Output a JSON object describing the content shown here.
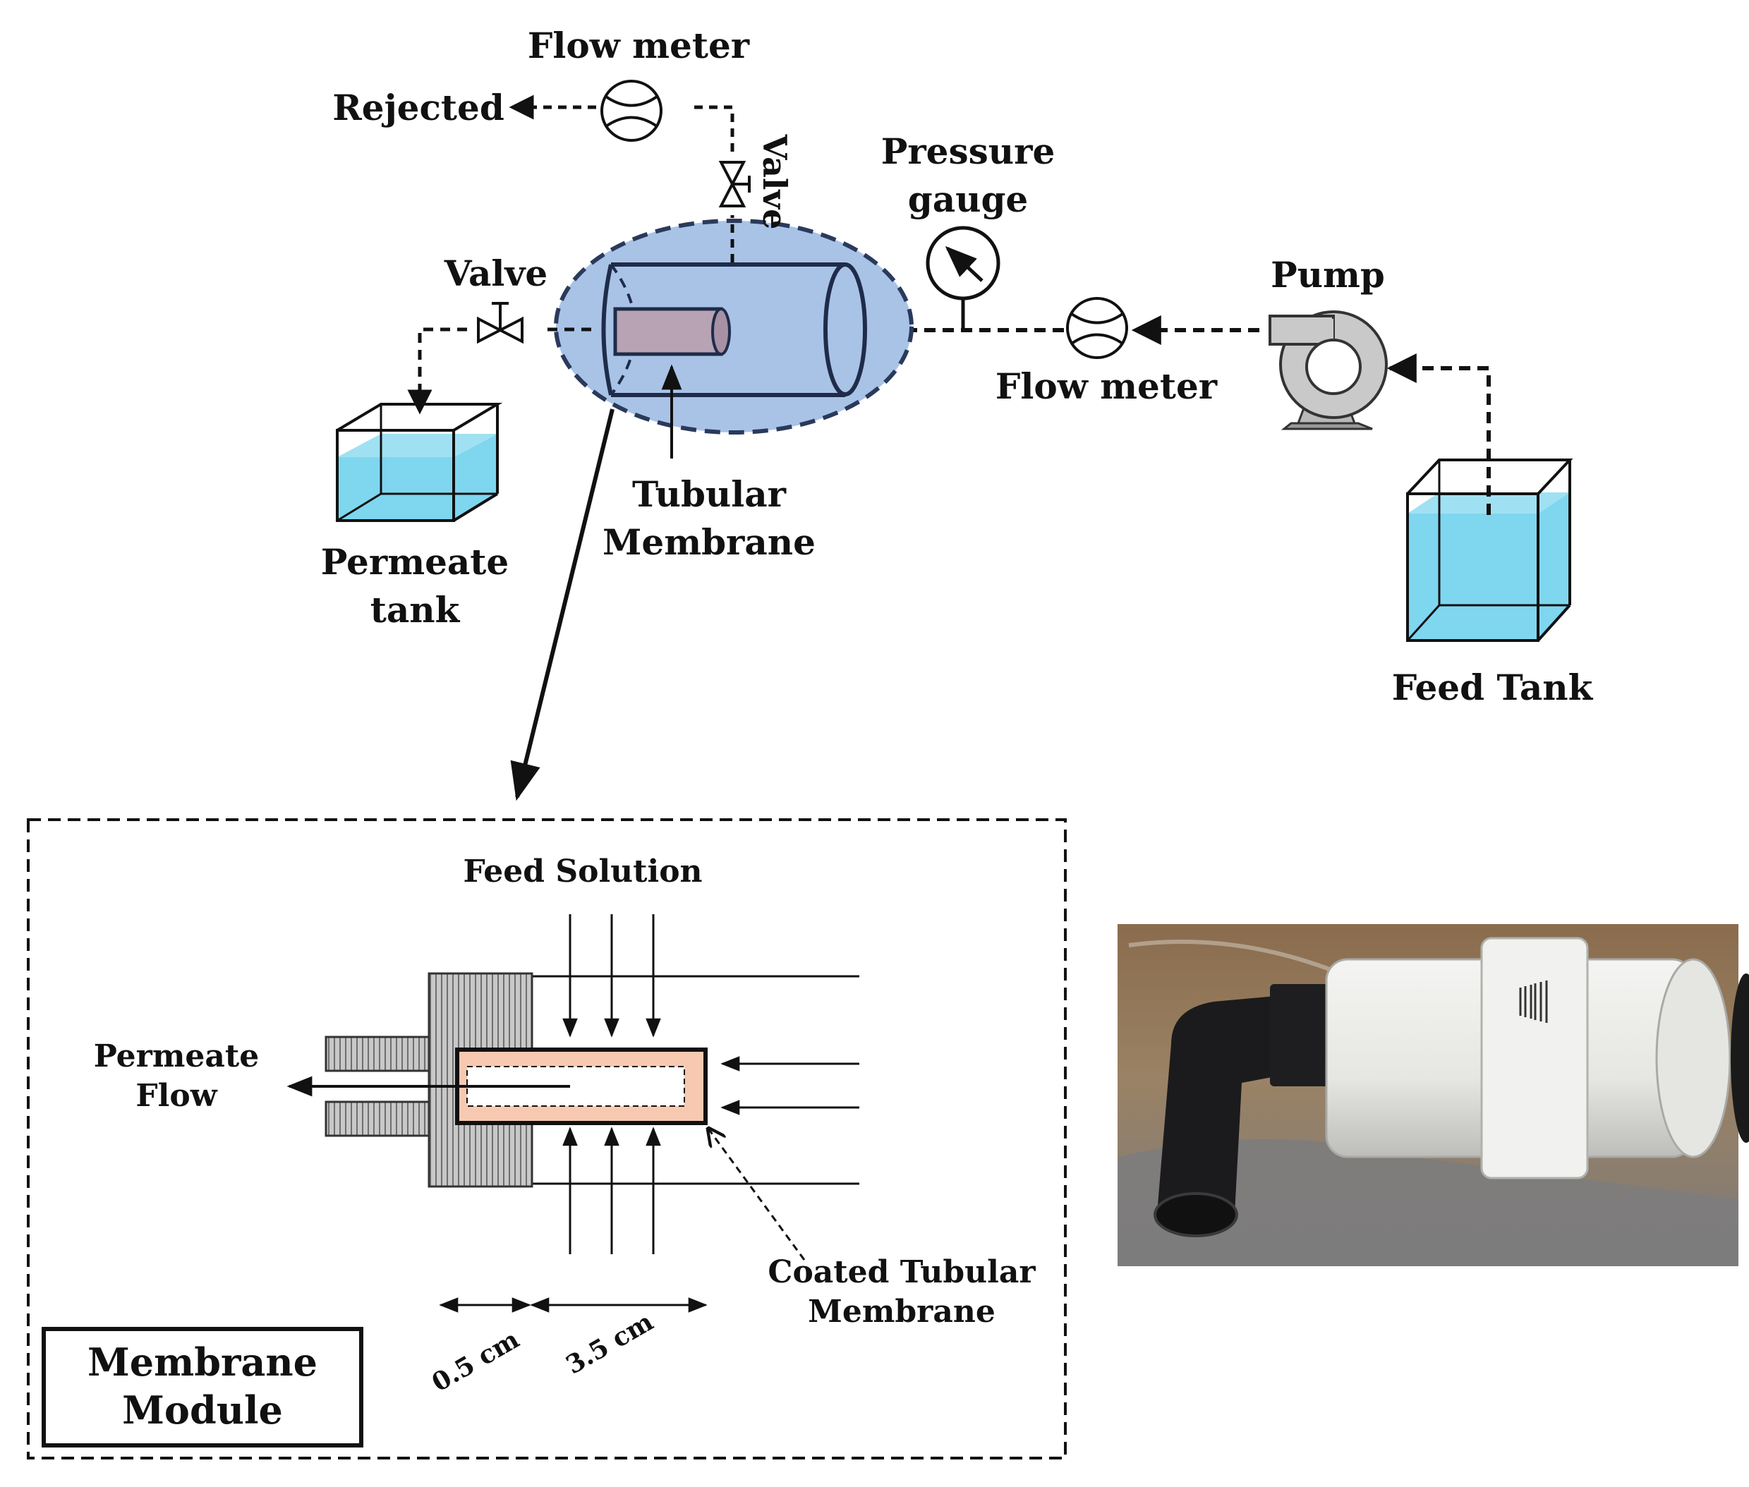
{
  "labels": {
    "flow_meter_top": "Flow meter",
    "rejected": "Rejected",
    "valve_top": "Valve",
    "pressure_gauge_line1": "Pressure",
    "pressure_gauge_line2": "gauge",
    "valve_left": "Valve",
    "pump": "Pump",
    "flow_meter_right": "Flow meter",
    "tubular_membrane_line1": "Tubular",
    "tubular_membrane_line2": "Membrane",
    "permeate_tank_line1": "Permeate",
    "permeate_tank_line2": "tank",
    "feed_tank": "Feed Tank"
  },
  "module": {
    "feed_solution": "Feed Solution",
    "permeate_flow_line1": "Permeate",
    "permeate_flow_line2": "Flow",
    "coated_line1": "Coated Tubular",
    "coated_line2": "Membrane",
    "dim_small": "0.5 cm",
    "dim_large": "3.5 cm",
    "title_line1": "Membrane",
    "title_line2": "Module"
  },
  "colors": {
    "ellipse_fill": "#a9c3e6",
    "ellipse_stroke": "#2a3a5c",
    "water": "#7fd6ef",
    "membrane_rod": "#b7a3b3",
    "coating": "#f7c9b1",
    "hatch": "#bfbfbf",
    "photo_bg": "#8e7456"
  }
}
